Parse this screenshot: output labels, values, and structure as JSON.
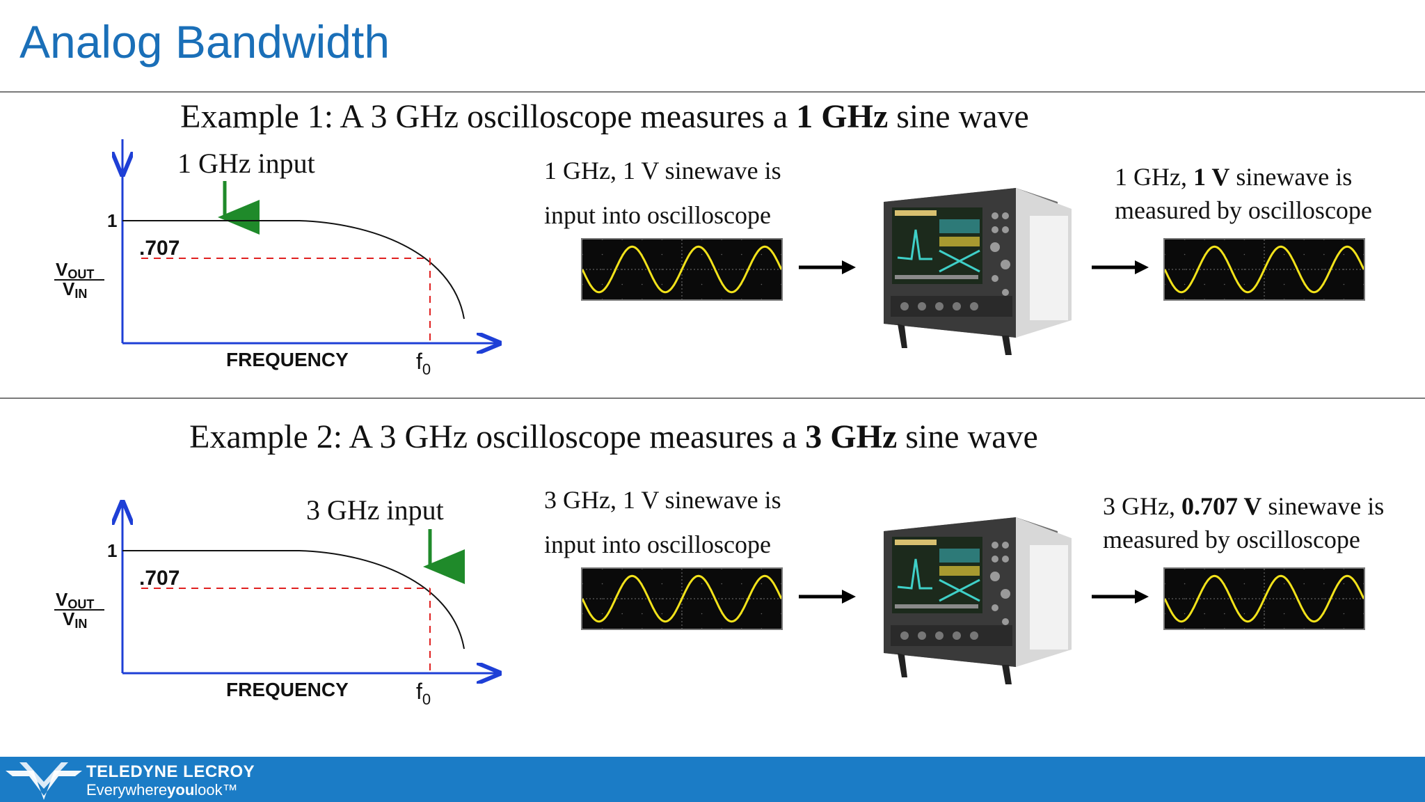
{
  "title": "Analog Bandwidth",
  "colors": {
    "title": "#1a6fb8",
    "footer": "#1b7cc6",
    "input_arrow": "#1f8a2a",
    "axis": "#1e3fd6",
    "cutoff_dash": "#e02020",
    "wave": "#f2e21a"
  },
  "examples": [
    {
      "heading_prefix": "Example 1:  A 3 GHz oscilloscope measures a ",
      "heading_bold": "1 GHz",
      "heading_suffix": " sine wave",
      "input_label": "1 GHz input",
      "graph": {
        "y_tick_top": "1",
        "y_tick_cut": ".707",
        "y_label_num": "V",
        "y_label_num_sub": "OUT",
        "y_label_den": "V",
        "y_label_den_sub": "IN",
        "x_label": "FREQUENCY",
        "cutoff_label": "f",
        "cutoff_label_sub": "0"
      },
      "input_caption_line1": "1 GHz, 1 V sinewave is",
      "input_caption_line2": "input into oscilloscope",
      "output_caption_line1_prefix": "1 GHz, ",
      "output_caption_line1_bold": "1 V",
      "output_caption_line1_suffix": " sinewave is",
      "output_caption_line2": "measured by oscilloscope"
    },
    {
      "heading_prefix": "Example 2:  A 3 GHz oscilloscope measures a ",
      "heading_bold": "3 GHz",
      "heading_suffix": " sine wave",
      "input_label": "3 GHz input",
      "graph": {
        "y_tick_top": "1",
        "y_tick_cut": ".707",
        "y_label_num": "V",
        "y_label_num_sub": "OUT",
        "y_label_den": "V",
        "y_label_den_sub": "IN",
        "x_label": "FREQUENCY",
        "cutoff_label": "f",
        "cutoff_label_sub": "0"
      },
      "input_caption_line1": "3 GHz, 1 V sinewave is",
      "input_caption_line2": "input into oscilloscope",
      "output_caption_line1_prefix": "3 GHz, ",
      "output_caption_line1_bold": "0.707 V",
      "output_caption_line1_suffix": " sinewave is",
      "output_caption_line2": "measured by oscilloscope"
    }
  ],
  "footer": {
    "brand": "TELEDYNE LECROY",
    "tagline_a": "Everywhere",
    "tagline_b": "you",
    "tagline_c": "look",
    "tagline_tm": "™"
  }
}
